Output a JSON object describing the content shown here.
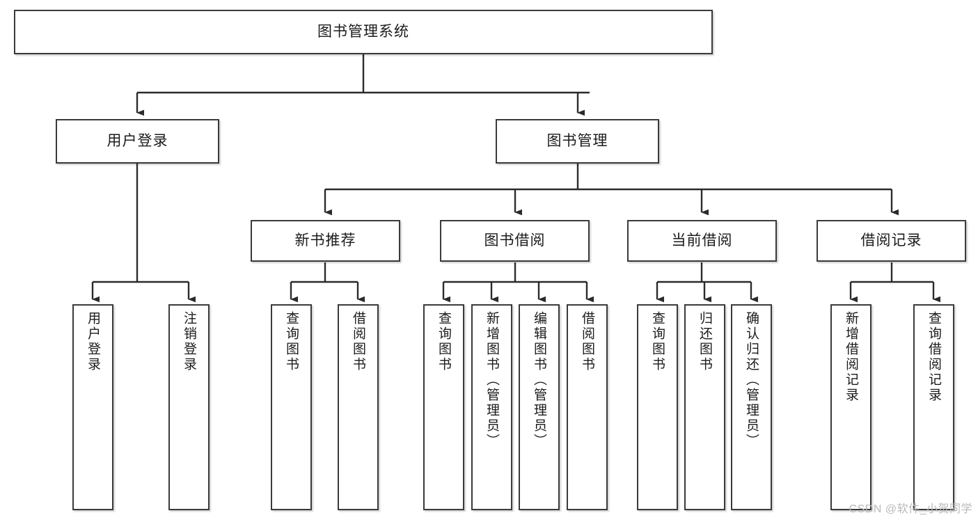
{
  "diagram": {
    "title": "图书管理系统",
    "type": "tree",
    "watermark": "CSDN @软件_小贺同学",
    "colors": {
      "node_border": "#3a3a3a",
      "node_fill": "#ffffff",
      "edge": "#2b2b2b",
      "watermark": "#b9b9b9",
      "background": "#ffffff"
    },
    "nodes": {
      "root": {
        "label": "图书管理系统"
      },
      "level2": [
        {
          "id": "user-login",
          "label": "用户登录"
        },
        {
          "id": "book-manage",
          "label": "图书管理"
        }
      ],
      "level3": [
        {
          "id": "new-book-rec",
          "label": "新书推荐"
        },
        {
          "id": "book-borrow",
          "label": "图书借阅"
        },
        {
          "id": "current-borrow",
          "label": "当前借阅"
        },
        {
          "id": "borrow-record",
          "label": "借阅记录"
        }
      ],
      "leaves": {
        "user_login": [
          {
            "id": "leaf-user-login",
            "label": "用户登录"
          },
          {
            "id": "leaf-logout",
            "label": "注销登录"
          }
        ],
        "new_book_rec": [
          {
            "id": "leaf-query-book-1",
            "label": "查询图书"
          },
          {
            "id": "leaf-borrow-book-1",
            "label": "借阅图书"
          }
        ],
        "book_borrow": [
          {
            "id": "leaf-query-book-2",
            "label": "查询图书"
          },
          {
            "id": "leaf-add-book",
            "label": "新增图书（管理员）"
          },
          {
            "id": "leaf-edit-book",
            "label": "编辑图书（管理员）"
          },
          {
            "id": "leaf-borrow-book-2",
            "label": "借阅图书"
          }
        ],
        "current_borrow": [
          {
            "id": "leaf-query-book-3",
            "label": "查询图书"
          },
          {
            "id": "leaf-return-book",
            "label": "归还图书"
          },
          {
            "id": "leaf-confirm-return",
            "label": "确认归还（管理员）"
          }
        ],
        "borrow_record": [
          {
            "id": "leaf-add-record",
            "label": "新增借阅记录"
          },
          {
            "id": "leaf-query-record",
            "label": "查询借阅记录"
          }
        ]
      }
    }
  }
}
